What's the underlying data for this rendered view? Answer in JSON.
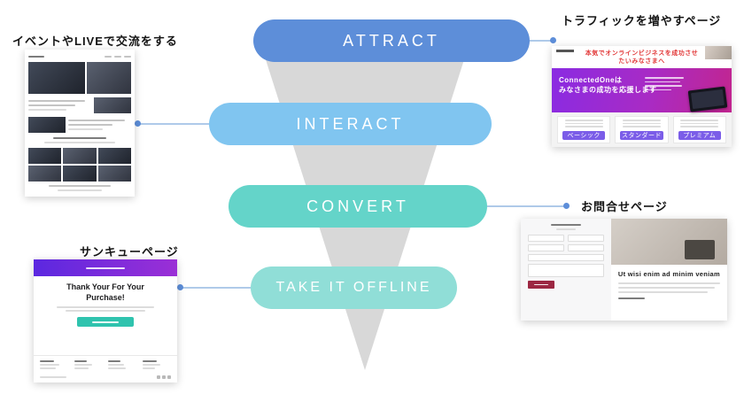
{
  "funnel": {
    "stages": [
      {
        "label": "ATTRACT",
        "color": "#5D8ED9"
      },
      {
        "label": "INTERACT",
        "color": "#80C5F0"
      },
      {
        "label": "CONVERT",
        "color": "#64D4C9"
      },
      {
        "label": "TAKE IT OFFLINE",
        "color": "#90DED7"
      }
    ],
    "triangle_color": "#D8D8D8"
  },
  "connectors": {
    "line_color": "#AFCAE9",
    "dot_color": "#5D8ED9"
  },
  "annotations": {
    "events_label": "イベントやLIVEで交流をする",
    "traffic_label": "トラフィックを増やすページ",
    "contact_label": "お問合せページ",
    "thankyou_label": "サンキューページ"
  },
  "thumbnails": {
    "thankyou_page": {
      "heading_line1": "Thank Your For Your",
      "heading_line2": "Purchase!",
      "header_color": "#7A2FE0",
      "button_color": "#2FC3AE"
    },
    "traffic_page": {
      "tagline_line1": "本気でオンラインビジネスを成功させ",
      "tagline_line2": "たいみなさまへ",
      "hero_line1": "ConnectedOneは",
      "hero_line2": "みなさまの成功を応援します",
      "plans": [
        {
          "label": "ベーシック"
        },
        {
          "label": "スタンダード"
        },
        {
          "label": "プレミアム"
        }
      ],
      "tagline_color": "#E23A3A",
      "plan_button_color": "#7B5DE8"
    },
    "contact_page": {
      "heading": "Ut wisi enim ad minim veniam",
      "submit_button_color": "#9C2742"
    }
  }
}
